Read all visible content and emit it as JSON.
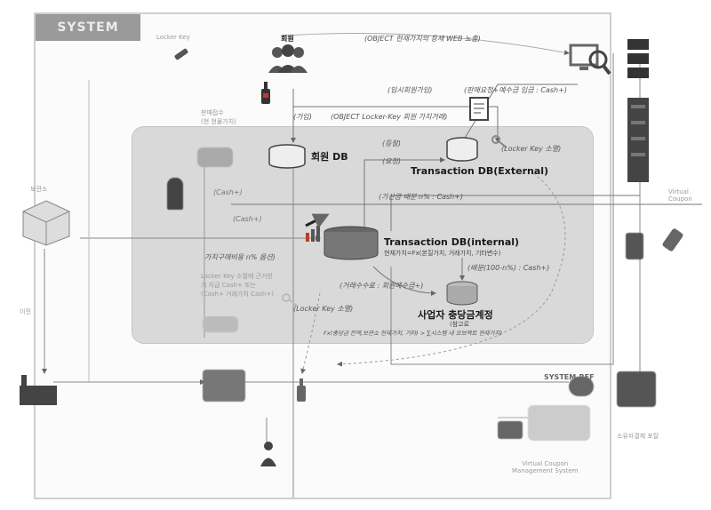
{
  "system_title": "SYSTEM",
  "db": {
    "member_db": "회원 DB",
    "transaction_external": "Transaction DB(External)",
    "transaction_internal": "Transaction DB(internal)",
    "internal_formula": "현재가치=Fx(본질가치, 거래가치, 기타변수)",
    "reserve_account": "사업자 충당금계정",
    "reserve_note": "(참고로",
    "reserve_formula": "Fx(충당금 잔액,보관소 현재가치, 기타) > ∑시스템 내 오브젝트 현재가치)"
  },
  "actors": {
    "member": "회원",
    "locker_key_top": "Locker Key",
    "system_ref": "SYSTEM-REF"
  },
  "flows": {
    "web_exposure": "(OBJECT 현재가치의 등재 WEB 노출)",
    "temp_join": "(임시회원가입)",
    "sell_request": "(판매요청+예수금 입금 : Cash+)",
    "join": "(가입)",
    "locker_key_value": "(OBJECT Locker-Key 회원 가치거래)",
    "register": "(등찰)",
    "request": "(요청)",
    "locker_key_owned_top": "(Locker Key 소멸)",
    "surcharge": "(가산금 배분 n% : Cash+)",
    "distribution": "(배분(100-n%) : Cash+)",
    "fee": "(거래수수료 : 회원예수금+)",
    "locker_key_owned_bottom": "(Locker Key 소멸)",
    "cash_plus_1": "(Cash+)",
    "cash_plus_2": "(Cash+)",
    "option_purchase": "가치구매비용 n% 옵션)",
    "sell_notice": "판매접수\n(현 현물가치)",
    "locker_key_note": "Locker Key 소멸에 근거한\n기 지급 Cash+ 또는\n(Cash+ 거래가치 Cash+)"
  },
  "right": {
    "virtual_coupon": "Virtual\nCoupon",
    "payment_portal": "소유자결제 포탈",
    "vcms": "Virtual Coupon\nManagement System"
  },
  "left": {
    "warehouse": "보관소",
    "transfer": "이전"
  }
}
